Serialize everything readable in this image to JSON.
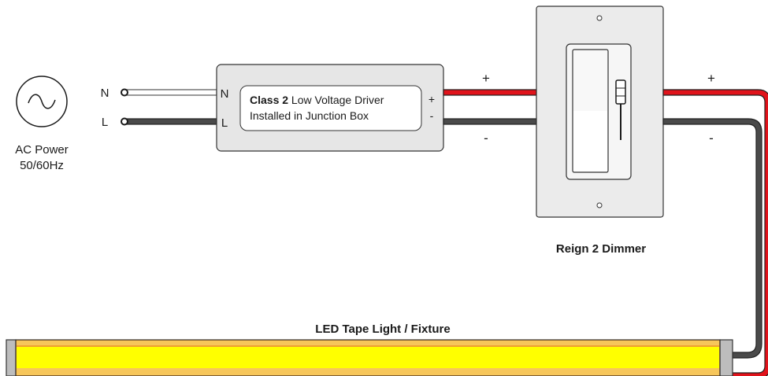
{
  "ac_source": {
    "line1": "AC Power",
    "line2": "50/60Hz",
    "terminal_n": "N",
    "terminal_l": "L"
  },
  "driver": {
    "input_n": "N",
    "input_l": "L",
    "title_bold": "Class 2",
    "title_rest": " Low Voltage Driver",
    "subtitle": "Installed in Junction Box",
    "output_plus": "+",
    "output_minus": "-"
  },
  "wires": {
    "driver_to_dimmer_plus": "+",
    "driver_to_dimmer_minus": "-",
    "dimmer_to_tape_plus": "+",
    "dimmer_to_tape_minus": "-"
  },
  "dimmer": {
    "label": "Reign 2 Dimmer"
  },
  "tape": {
    "label": "LED Tape Light / Fixture"
  },
  "colors": {
    "positive_wire": "#e0131b",
    "negative_wire": "#4a4a4a",
    "tape_fill": "#ffff00",
    "tape_edge": "#f0a030",
    "box_fill": "#e6e6e6",
    "outline": "#222222"
  }
}
